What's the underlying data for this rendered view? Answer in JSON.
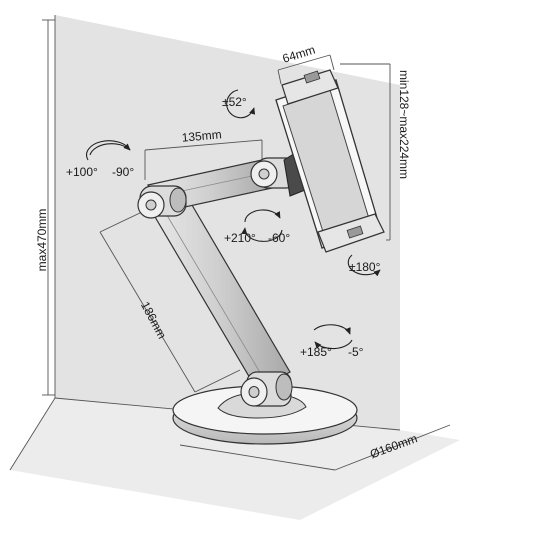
{
  "labels": {
    "height_max": "max470mm",
    "upper_arm": "135mm",
    "lower_arm": "186mm",
    "clamp_width": "64mm",
    "clamp_range": "min128~max224mm",
    "base_diameter": "Ø160mm",
    "elbow_up": "+100°",
    "elbow_down": "-90°",
    "tilt": "±52°",
    "wrist_up": "+210°",
    "wrist_down": "-60°",
    "rotation": "±180°",
    "base_up": "+185°",
    "base_down": "-5°"
  }
}
